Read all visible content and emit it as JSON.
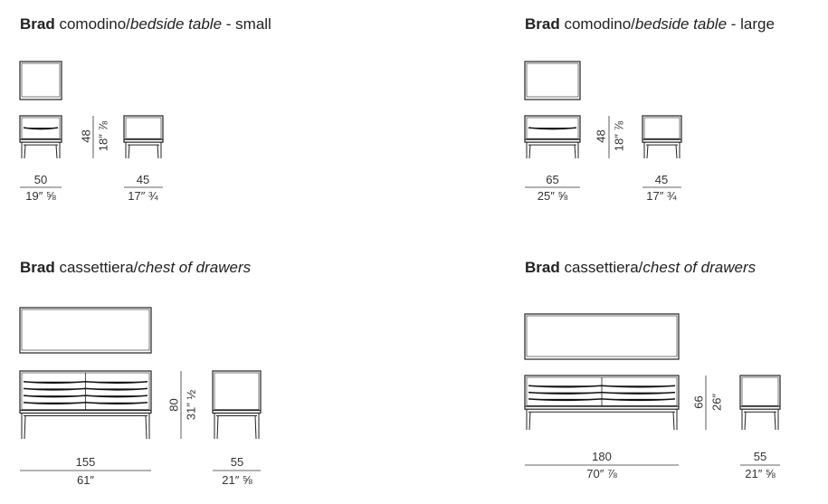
{
  "products": [
    {
      "brand": "Brad",
      "name": "comodino/",
      "name_en": "bedside table",
      "suffix": " - small",
      "height_cm": "48",
      "height_in": "18″ ⅞",
      "width_cm": "50",
      "width_in": "19″ ⅝",
      "depth_cm": "45",
      "depth_in": "17″ ¾",
      "drawers": 1
    },
    {
      "brand": "Brad",
      "name": "comodino/",
      "name_en": "bedside table",
      "suffix": " - large",
      "height_cm": "48",
      "height_in": "18″ ⅞",
      "width_cm": "65",
      "width_in": "25″ ⅝",
      "depth_cm": "45",
      "depth_in": "17″ ¾",
      "drawers": 1
    },
    {
      "brand": "Brad",
      "name": "cassettiera/",
      "name_en": "chest of drawers",
      "suffix": "",
      "height_cm": "80",
      "height_in": "31″ ½",
      "width_cm": "155",
      "width_in": "61″",
      "depth_cm": "55",
      "depth_in": "21″ ⅝",
      "drawers": 4
    },
    {
      "brand": "Brad",
      "name": "cassettiera/",
      "name_en": "chest of drawers",
      "suffix": "",
      "height_cm": "66",
      "height_in": "26″",
      "width_cm": "180",
      "width_in": "70″ ⅞",
      "depth_cm": "55",
      "depth_in": "21″ ⅝",
      "drawers": 3
    }
  ]
}
